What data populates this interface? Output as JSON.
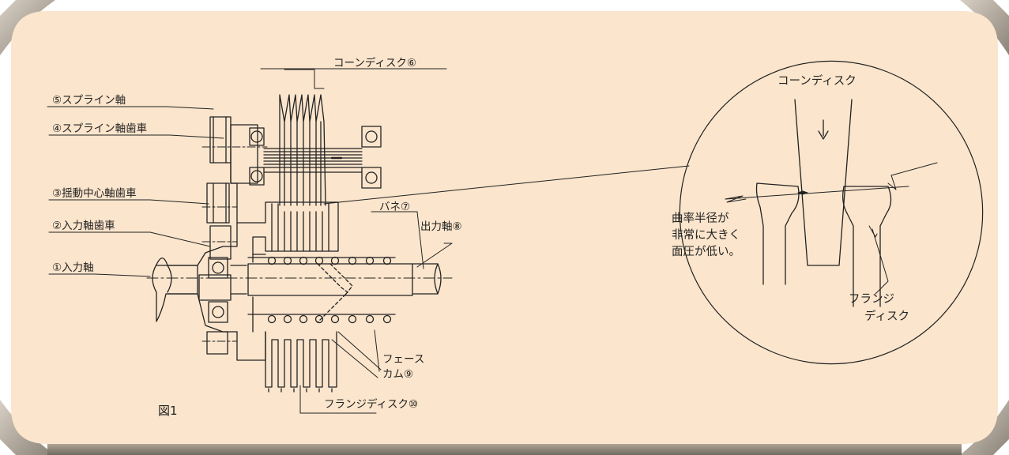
{
  "colors": {
    "panel": "#fbe5cc",
    "frame": "#c8b8a0",
    "ink": "#222222"
  },
  "figure": {
    "caption": "図1",
    "labels": {
      "cone_disk": "コーンディスク⑥",
      "spline_shaft": "⑤スプライン軸",
      "spline_shaft_gear": "④スプライン軸歯車",
      "swing_center_gear": "③揺動中心軸歯車",
      "input_shaft_gear": "②入力軸歯車",
      "input_shaft": "①入力軸",
      "spring": "バネ⑦",
      "output_shaft": "出力軸⑧",
      "face_cam_line1": "フェース",
      "face_cam_line2": "カム⑨",
      "flange_disk": "フランジディスク⑩"
    }
  },
  "detail": {
    "cone_disk": "コーンディスク",
    "note_line1": "曲率半径が",
    "note_line2": "非常に大きく",
    "note_line3": "面圧が低い。",
    "flange_line1": "フランジ",
    "flange_line2": "ディスク"
  }
}
